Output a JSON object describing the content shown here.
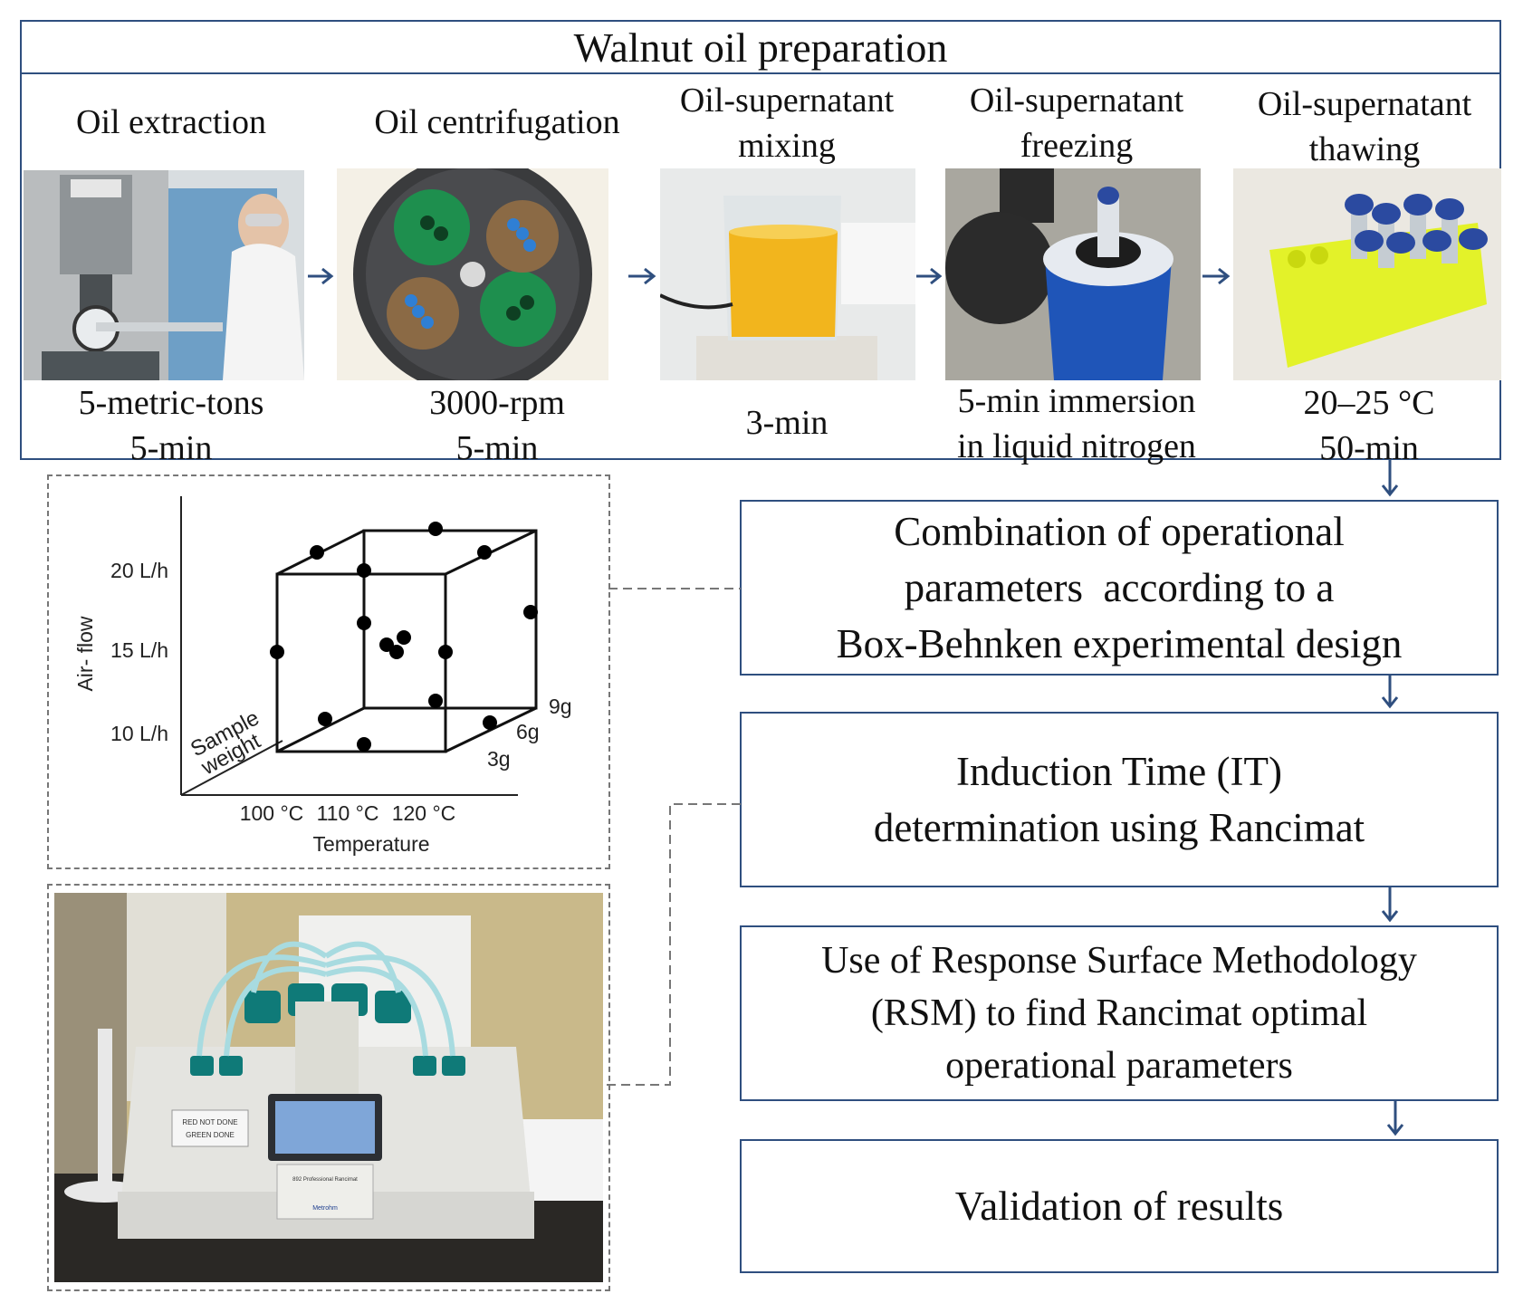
{
  "header": {
    "title": "Walnut oil preparation"
  },
  "steps": [
    {
      "title_lines": [
        "Oil extraction"
      ],
      "caption_lines": [
        "5-metric-tons",
        "5-min"
      ]
    },
    {
      "title_lines": [
        "Oil centrifugation"
      ],
      "caption_lines": [
        "3000-rpm",
        "5-min"
      ]
    },
    {
      "title_lines": [
        "Oil-supernatant",
        "mixing"
      ],
      "caption_lines": [
        "3-min"
      ]
    },
    {
      "title_lines": [
        "Oil-supernatant",
        "freezing"
      ],
      "caption_lines": [
        "5-min immersion",
        "in liquid nitrogen"
      ]
    },
    {
      "title_lines": [
        "Oil-supernatant",
        "thawing"
      ],
      "caption_lines": [
        "20–25 °C",
        "50-min"
      ]
    }
  ],
  "flow": [
    {
      "lines": [
        "Combination of operational",
        "parameters  according to a",
        "Box-Behnken experimental design"
      ]
    },
    {
      "lines": [
        "Induction Time (IT)",
        "determination using Rancimat"
      ]
    },
    {
      "lines": [
        "Use of Response Surface Methodology",
        "(RSM) to find Rancimat optimal",
        "operational parameters"
      ]
    },
    {
      "lines": [
        "Validation of results"
      ]
    }
  ],
  "design": {
    "y_axis_label": "Air- flow",
    "y_ticks": [
      "20 L/h",
      "15 L/h",
      "10 L/h"
    ],
    "x_axis_label": "Temperature",
    "x_ticks": [
      "100 °C",
      "110 °C",
      "120 °C"
    ],
    "z_axis_label_lines": [
      "Sample",
      "weight"
    ],
    "z_ticks": [
      "3g",
      "6g",
      "9g"
    ]
  },
  "instrument": {
    "sticker_lines": [
      "RED NOT DONE",
      "GREEN DONE"
    ],
    "brand": "Metrohm",
    "model": "892 Professional Rancimat"
  },
  "colors": {
    "box_border": "#2f4f7f",
    "arrow": "#2f4f7f",
    "dashed": "#777777",
    "oil": "#f2b51d",
    "tube_green": "#2aa05a",
    "cap_blue": "#2b4aa0",
    "rack_yellow": "#e3f229",
    "instrument_teal": "#0f7a78"
  }
}
